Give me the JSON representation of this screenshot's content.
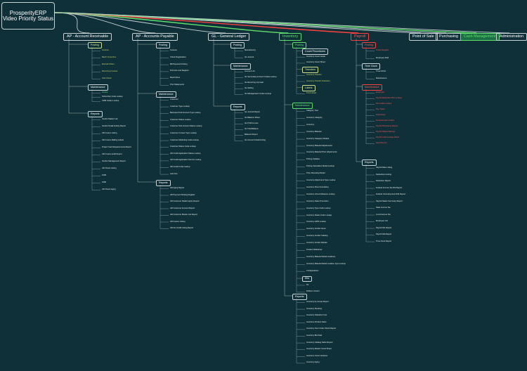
{
  "title": "ProsperityERP Video Priority Status",
  "colors": {
    "background": "#0f3038",
    "line": "#c9d3d6",
    "done": "#5fe06a",
    "partial": "#cfe08a",
    "pending": "#ff4040"
  },
  "sections": [
    {
      "id": "ar",
      "label": "AP - Account Receivable",
      "status": "white",
      "groups": [
        {
          "id": "ar_posting",
          "label": "Posting",
          "status": "partial",
          "items": [
            {
              "t": "Invoices",
              "s": "partial"
            },
            {
              "t": "Batch Cross Rec",
              "s": "partial"
            },
            {
              "t": "Manual Orders",
              "s": "partial"
            },
            {
              "t": "Recurring Invoices",
              "s": "partial"
            },
            {
              "t": "Void Check",
              "s": "partial"
            }
          ]
        },
        {
          "id": "ar_maint",
          "label": "Maintenance",
          "status": "white",
          "items": [
            {
              "t": "Invoice",
              "s": "done"
            },
            {
              "t": "Subscriber Code Lookup",
              "s": "white"
            },
            {
              "t": "CRM Codes Lookup",
              "s": "white"
            }
          ]
        },
        {
          "id": "ar_reports",
          "label": "Reports",
          "status": "white",
          "items": [
            {
              "t": "Vendor Master List",
              "s": "white"
            },
            {
              "t": "Vendor Detail Activity Report",
              "s": "white"
            },
            {
              "t": "AR Invoice Listing",
              "s": "white"
            },
            {
              "t": "AR Invoice Mailing Labels",
              "s": "white"
            },
            {
              "t": "Project Cash Requirements Report",
              "s": "white"
            },
            {
              "t": "AR Invoice Audit Report",
              "s": "white"
            },
            {
              "t": "Vendor Management Report",
              "s": "white"
            },
            {
              "t": "AR Check Listing",
              "s": "white"
            },
            {
              "t": "1099",
              "s": "white"
            },
            {
              "t": "1096",
              "s": "white"
            },
            {
              "t": "AR Check Aging",
              "s": "white"
            }
          ]
        }
      ]
    },
    {
      "id": "ap",
      "label": "AP - Accounts Payable",
      "status": "white",
      "groups": [
        {
          "id": "ap_posting",
          "label": "Posting",
          "status": "white",
          "items": [
            {
              "t": "Invoices",
              "s": "white"
            },
            {
              "t": "Check Registration",
              "s": "white"
            },
            {
              "t": "Bill Payment Posting",
              "s": "white"
            },
            {
              "t": "Print Aim and Register",
              "s": "white"
            },
            {
              "t": "Match Docs",
              "s": "white"
            },
            {
              "t": "Print Statements",
              "s": "white"
            }
          ]
        },
        {
          "id": "ap_maint",
          "label": "Maintenance",
          "status": "white",
          "items": [
            {
              "t": "Customer",
              "s": "white"
            },
            {
              "t": "Customer Type Lookup",
              "s": "white"
            },
            {
              "t": "Business Kind Account Type Lookup",
              "s": "white"
            },
            {
              "t": "Customer Status Lookup",
              "s": "white"
            },
            {
              "t": "Customer Sub Account Status Lookup",
              "s": "white"
            },
            {
              "t": "Customer Contact Type Lookup",
              "s": "white"
            },
            {
              "t": "Customer Marketing Code Lookup",
              "s": "white"
            },
            {
              "t": "Customer Status Code Lookup",
              "s": "white"
            },
            {
              "t": "AR Credit Application Status Lookup",
              "s": "white"
            },
            {
              "t": "AR Credit Application Source Lookup",
              "s": "white"
            },
            {
              "t": "AR Credit Code Lookup",
              "s": "white"
            },
            {
              "t": "Late Fee",
              "s": "white"
            }
          ]
        },
        {
          "id": "ap_reports",
          "label": "Reports",
          "status": "white",
          "items": [
            {
              "t": "AR Aging Report",
              "s": "white"
            },
            {
              "t": "AR Payment Posting Register",
              "s": "white"
            },
            {
              "t": "AR Customer Detail Inquiry Report",
              "s": "white"
            },
            {
              "t": "AR Customer Account Report",
              "s": "white"
            },
            {
              "t": "AR Customer Master List Report",
              "s": "white"
            },
            {
              "t": "AR Invoice Listing",
              "s": "white"
            },
            {
              "t": "AR No Credit Listing Report",
              "s": "white"
            }
          ]
        }
      ]
    },
    {
      "id": "gl",
      "label": "GL - General Ledger",
      "status": "white",
      "groups": [
        {
          "id": "gl_posting",
          "label": "Posting",
          "status": "white",
          "items": [
            {
              "t": "Manual Entry",
              "s": "white"
            },
            {
              "t": "GL Journal",
              "s": "white"
            }
          ]
        },
        {
          "id": "gl_maint",
          "label": "Maintenance",
          "status": "white",
          "items": [
            {
              "t": "Account List",
              "s": "white"
            },
            {
              "t": "GL Secondary Account Codes Lookup",
              "s": "white"
            },
            {
              "t": "GL Recurring Journals",
              "s": "white"
            },
            {
              "t": "GL Setting",
              "s": "white"
            },
            {
              "t": "GL Management Codes Lookup",
              "s": "white"
            }
          ]
        },
        {
          "id": "gl_reports",
          "label": "Reports",
          "status": "white",
          "items": [
            {
              "t": "GL Journal Report",
              "s": "white"
            },
            {
              "t": "GL Balance Sheet",
              "s": "white"
            },
            {
              "t": "GL Profit & Loss",
              "s": "white"
            },
            {
              "t": "GL Trial Balance",
              "s": "white"
            },
            {
              "t": "Balance Report",
              "s": "white"
            },
            {
              "t": "GL Account Detail Listing",
              "s": "white"
            }
          ]
        }
      ]
    },
    {
      "id": "inv",
      "label": "Inventory",
      "status": "done",
      "groups": [
        {
          "id": "inv_posting",
          "label": "Posting",
          "status": "done",
          "items": [
            {
              "t": "Count Procedures",
              "s": "white",
              "box": true
            },
            {
              "t": "Inventory Count Guide",
              "s": "white"
            },
            {
              "t": "Inventory Count Sheet",
              "s": "white"
            },
            {
              "t": "Transfers",
              "s": "partial",
              "box": true
            },
            {
              "t": "Inventory Transfer",
              "s": "partial"
            },
            {
              "t": "Inventory Transfer Selection",
              "s": "partial"
            },
            {
              "t": "Labels",
              "s": "partial",
              "box": true
            },
            {
              "t": "Print Labels",
              "s": "partial"
            }
          ]
        },
        {
          "id": "inv_maint",
          "label": "Maintenance",
          "status": "done",
          "items": [
            {
              "t": "Category Tree",
              "s": "white"
            },
            {
              "t": "Inventory Category",
              "s": "white"
            },
            {
              "t": "Inventory",
              "s": "white"
            },
            {
              "t": "Inventory Material",
              "s": "white"
            },
            {
              "t": "Inventory Category Module",
              "s": "white"
            },
            {
              "t": "Inventory Material Adjustments",
              "s": "white"
            },
            {
              "t": "Inventory Material Price Adjustments",
              "s": "white"
            },
            {
              "t": "Pricing Updates",
              "s": "white"
            },
            {
              "t": "Pricing Calculation Model Lookup",
              "s": "white"
            },
            {
              "t": "Price Rounding Model",
              "s": "white"
            },
            {
              "t": "Inventory Adjustment Type Lookup",
              "s": "white"
            },
            {
              "t": "Inventory Price Formatting",
              "s": "white"
            },
            {
              "t": "Inventory Unit-of-Measure Lookup",
              "s": "white"
            },
            {
              "t": "Inventory Sales Promotion",
              "s": "white"
            },
            {
              "t": "Inventory Type Code Lookup",
              "s": "white"
            },
            {
              "t": "Inventory Status Code Lookup",
              "s": "white"
            },
            {
              "t": "Inventory GWS Lookup",
              "s": "white"
            },
            {
              "t": "Inventory Vendor Items",
              "s": "white"
            },
            {
              "t": "Inventory Vendor Catalog",
              "s": "white"
            },
            {
              "t": "Inventory Vendor Rebate",
              "s": "white"
            },
            {
              "t": "Product Slideshow",
              "s": "white"
            },
            {
              "t": "Inventory Material Detail Locations",
              "s": "white"
            },
            {
              "t": "Inventory Material Detail Location Type Lookup",
              "s": "white"
            },
            {
              "t": "Configurations",
              "s": "white"
            },
            {
              "t": "Kits",
              "s": "white",
              "box": true
            },
            {
              "t": "Kit",
              "s": "white"
            },
            {
              "t": "Kit/Item Control",
              "s": "white"
            }
          ]
        },
        {
          "id": "inv_reports",
          "label": "Reports",
          "status": "white",
          "items": [
            {
              "t": "Inventory by Group Report",
              "s": "white"
            },
            {
              "t": "Inventory Stocking",
              "s": "white"
            },
            {
              "t": "Inventory Valuation Cost",
              "s": "white"
            },
            {
              "t": "Inventory Product Sales",
              "s": "white"
            },
            {
              "t": "Inventory Over Under Stock Report",
              "s": "white"
            },
            {
              "t": "Inventory Bin Data",
              "s": "white"
            },
            {
              "t": "Inventory Catalog Sales Report",
              "s": "white"
            },
            {
              "t": "Inventory Master Count Sheet",
              "s": "white"
            },
            {
              "t": "Inventory Count Variance",
              "s": "white"
            },
            {
              "t": "Inventory Aging",
              "s": "white"
            }
          ]
        }
      ]
    },
    {
      "id": "payroll",
      "label": "Payroll",
      "status": "pending",
      "groups": [
        {
          "id": "pr_posting",
          "label": "Posting",
          "status": "pending",
          "items": [
            {
              "t": "Check Register",
              "s": "pending"
            },
            {
              "t": "Employee Paid",
              "s": "white"
            }
          ]
        },
        {
          "id": "pr_time",
          "label": "Time Clock",
          "status": "white",
          "items": [
            {
              "t": "Time In/Out",
              "s": "white"
            },
            {
              "t": "Maintenance",
              "s": "white"
            }
          ]
        },
        {
          "id": "pr_maint",
          "label": "Maintenance",
          "status": "pending",
          "items": [
            {
              "t": "Employee",
              "s": "pending"
            },
            {
              "t": "Payroll Deduction Plan Lookup",
              "s": "pending"
            },
            {
              "t": "Tax Codes Lookup",
              "s": "pending"
            },
            {
              "t": "Pay Types",
              "s": "pending"
            },
            {
              "t": "Deductions",
              "s": "pending"
            },
            {
              "t": "Tax Exemption Codes",
              "s": "pending"
            },
            {
              "t": "Payroll Processing Report",
              "s": "pending"
            },
            {
              "t": "Payroll Status Settings",
              "s": "pending"
            },
            {
              "t": "Payroll Code Lookup Select",
              "s": "pending"
            },
            {
              "t": "Garnishment",
              "s": "pending"
            }
          ]
        },
        {
          "id": "pr_reports",
          "label": "Reports",
          "status": "white",
          "items": [
            {
              "t": "Payroll Date Listing",
              "s": "white"
            },
            {
              "t": "Deductions Listing",
              "s": "white"
            },
            {
              "t": "Deduction Report",
              "s": "white"
            },
            {
              "t": "Federal Income Tax W2 Report",
              "s": "white"
            },
            {
              "t": "Federal Unemployment 940 Report",
              "s": "white"
            },
            {
              "t": "Payroll Status Summary Report",
              "s": "white"
            },
            {
              "t": "State Income Tax",
              "s": "white"
            },
            {
              "t": "Local Income Tax",
              "s": "white"
            },
            {
              "t": "Employee List",
              "s": "white"
            },
            {
              "t": "Payroll 941 Report",
              "s": "white"
            },
            {
              "t": "Payroll 940 Report",
              "s": "white"
            },
            {
              "t": "Time Clock Report",
              "s": "white"
            }
          ]
        }
      ]
    },
    {
      "id": "pos",
      "label": "Point of Sale",
      "status": "white",
      "groups": []
    },
    {
      "id": "purchasing",
      "label": "Purchasing",
      "status": "white",
      "groups": []
    },
    {
      "id": "cash",
      "label": "Cash Management",
      "status": "done",
      "highlight": true,
      "groups": []
    },
    {
      "id": "admin",
      "label": "Administration",
      "status": "white",
      "groups": []
    }
  ]
}
